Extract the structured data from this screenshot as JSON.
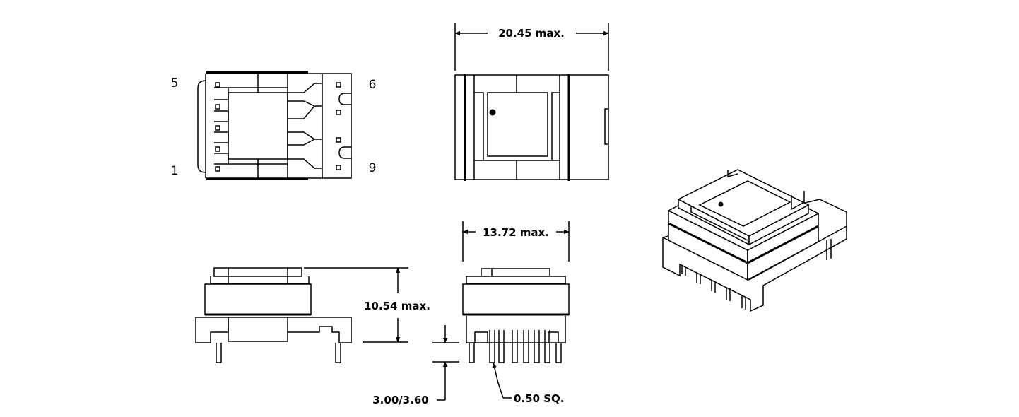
{
  "top_view": {
    "pin_label_top_left": "5",
    "pin_label_bottom_left": "1",
    "pin_label_top_right": "6",
    "pin_label_bottom_right": "9"
  },
  "dimensions": {
    "length": "20.45 max.",
    "width": "13.72 max.",
    "height": "10.54 max.",
    "pin_length": "3.00/3.60",
    "pin_size": "0.50 SQ."
  }
}
